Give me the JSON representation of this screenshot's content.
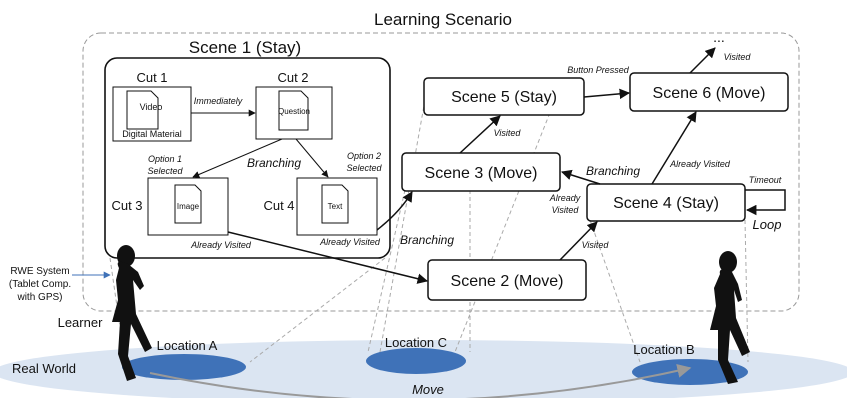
{
  "title": "Learning Scenario",
  "scene1": {
    "title": "Scene 1 (Stay)",
    "cut1": {
      "label": "Cut 1",
      "doc": "Video",
      "caption": "Digital Material"
    },
    "cut2": {
      "label": "Cut 2",
      "doc": "Question"
    },
    "cut3": {
      "label": "Cut 3",
      "doc": "Image"
    },
    "cut4": {
      "label": "Cut 4",
      "doc": "Text"
    },
    "edge_immediately": "Immediately",
    "branching": "Branching",
    "option1": [
      "Option 1",
      "Selected"
    ],
    "option2": [
      "Option 2",
      "Selected"
    ],
    "already_visited_cut3": "Already Visited",
    "already_visited_cut4": "Already Visited"
  },
  "scenes": {
    "scene2": "Scene 2 (Move)",
    "scene3": "Scene 3 (Move)",
    "scene4": "Scene 4 (Stay)",
    "scene5": "Scene 5 (Stay)",
    "scene6": "Scene 6 (Move)"
  },
  "edges": {
    "branching_to_scene3": "Branching",
    "visited_scene3_to_5": "Visited",
    "button_pressed": "Button Pressed",
    "visited_scene6_up": "Visited",
    "ellipsis": "...",
    "branching_scene4": "Branching",
    "already_visited_scene4_to_6": "Already Visited",
    "already_visited_scene4_to_3": [
      "Already",
      "Visited"
    ],
    "visited_scene2_to_4": "Visited",
    "timeout": "Timeout",
    "loop": "Loop"
  },
  "rwe": [
    "RWE System",
    "(Tablet Comp.",
    "with GPS)"
  ],
  "learner": "Learner",
  "real_world": "Real World",
  "locations": {
    "a": "Location A",
    "b": "Location B",
    "c": "Location C"
  },
  "move": "Move",
  "colors": {
    "location": "#3f72b8",
    "ground": "#dbe5f2",
    "box": "#111111",
    "dash": "#999999"
  }
}
